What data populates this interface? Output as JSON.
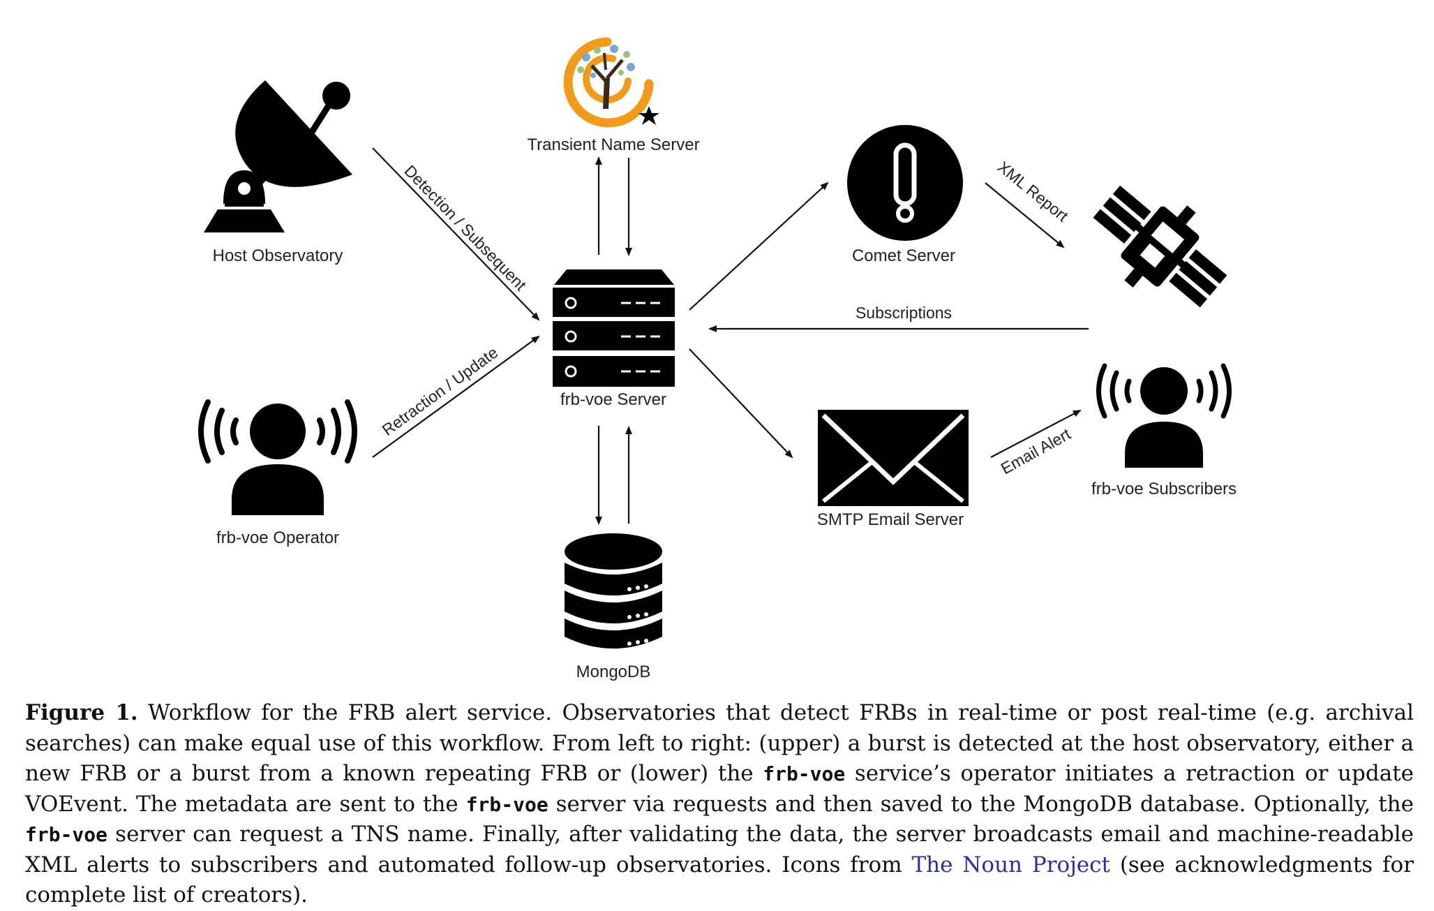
{
  "nodes": {
    "host_observatory": "Host Observatory",
    "tns": "Transient Name Server",
    "comet": "Comet Server",
    "frbvoe_server": "frb-voe Server",
    "operator": "frb-voe Operator",
    "smtp": "SMTP Email Server",
    "subscribers": "frb-voe Subscribers",
    "mongodb": "MongoDB"
  },
  "edges": {
    "detection": "Detection / Subsequent",
    "retraction": "Retraction / Update",
    "xml_report": "XML Report",
    "subscriptions": "Subscriptions",
    "email_alert": "Email Alert"
  },
  "caption": {
    "label": "Figure 1.",
    "t1": " Workflow for the FRB alert service. Observatories that detect FRBs in real-time or post real-time (e.g. archival searches) can make equal use of this workflow. From left to right: (upper) a burst is detected at the host observatory, either a new FRB or a burst from a known repeating FRB or (lower) the ",
    "code1": "frb-voe",
    "t2": " service’s operator initiates a retraction or update VOEvent. The metadata are sent to the ",
    "code2": "frb-voe",
    "t3": " server via requests and then saved to the MongoDB database. Optionally, the ",
    "code3": "frb-voe",
    "t4": " server can request a TNS name. Finally, after validating the data, the server broadcasts email and machine-readable XML alerts to subscribers and automated follow-up observatories.  Icons from ",
    "link": "The Noun Project",
    "t5": " (see acknowledgments for complete list of creators)."
  },
  "colors": {
    "tns_orange": "#f29a1b",
    "link": "#2b2f9b",
    "icon": "#000000"
  }
}
